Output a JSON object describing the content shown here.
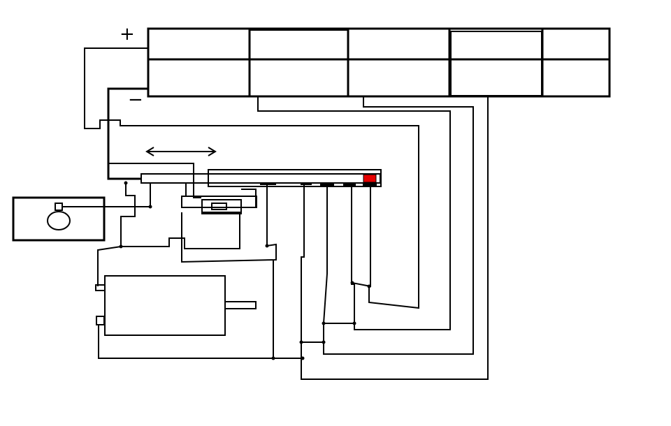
{
  "labels": {
    "positive": "+",
    "negative": "−"
  },
  "colors": {
    "line": "#000000",
    "indicator": "#e60000",
    "background": "#ffffff"
  },
  "components": [
    {
      "name": "battery-pack",
      "cells": 5,
      "rows": 2
    },
    {
      "name": "slider-bar-switch"
    },
    {
      "name": "lamp-box"
    },
    {
      "name": "motor"
    },
    {
      "name": "small-switch"
    },
    {
      "name": "double-arrow"
    }
  ]
}
